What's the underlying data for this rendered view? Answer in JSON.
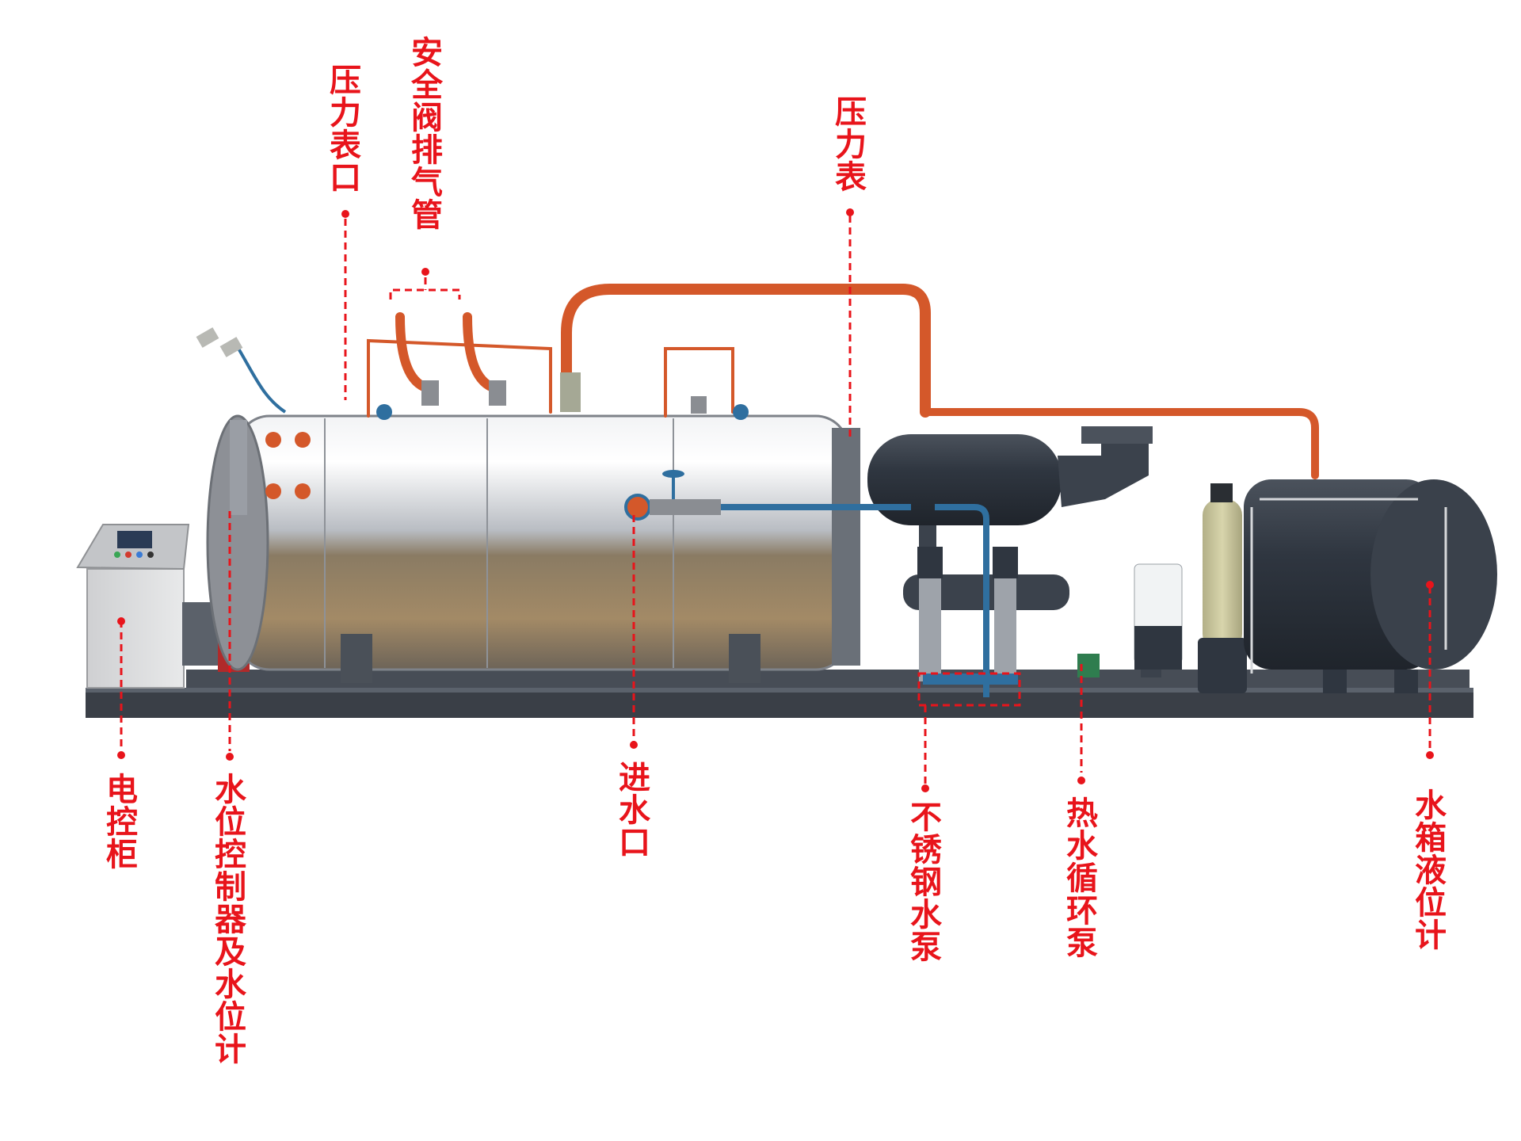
{
  "labels": {
    "pressure_gauge_port": "压力表口",
    "safety_valve_exhaust": "安全阀排气管",
    "pressure_gauge": "压力表",
    "control_cabinet": "电控柜",
    "water_level_controller": "水位控制器及水位计",
    "water_inlet": "进水口",
    "stainless_pump": "不锈钢水泵",
    "hot_water_pump": "热水循环泵",
    "tank_level_gauge": "水箱液位计"
  },
  "colors": {
    "annotation": "#e8141b",
    "pipe_orange": "#d4582a",
    "boiler_steel": "#c9ccd1",
    "dark_tank": "#2f3640",
    "frame": "#3a3f47",
    "cabinet": "#d9dadc",
    "blue_pipe": "#2f6f9f",
    "softener": "#c8c59a"
  },
  "icons": [
    "boiler-shell",
    "control-cabinet",
    "economizer",
    "water-tank",
    "pump",
    "valve"
  ]
}
